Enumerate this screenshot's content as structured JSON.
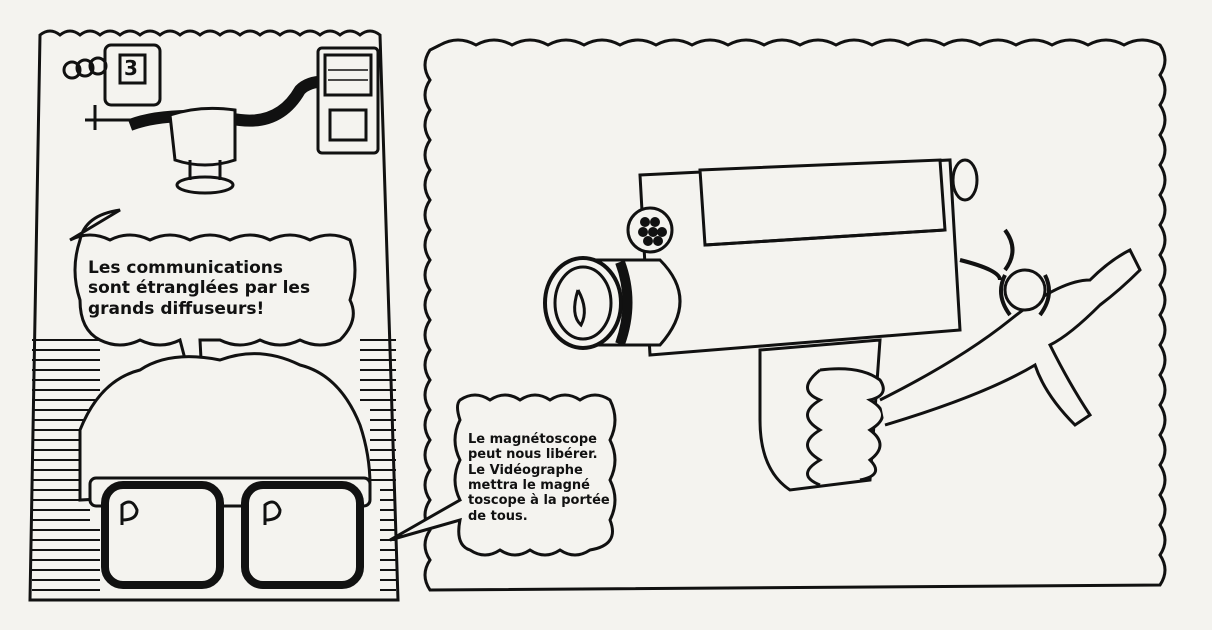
{
  "panel_left": {
    "speech_line1": "Les communications",
    "speech_line2": "sont étranglées par les",
    "speech_line3": "grands diffuseurs!",
    "camera_number": "3"
  },
  "caption_bubble": {
    "line1": "Le magnétoscope",
    "line2": "peut nous libérer.",
    "line3": "Le Vidéographe",
    "line4": "mettra le magné",
    "line5": "toscope à la portée",
    "line6": "de tous."
  },
  "colors": {
    "ink": "#111111",
    "paper": "#f4f3ef"
  }
}
